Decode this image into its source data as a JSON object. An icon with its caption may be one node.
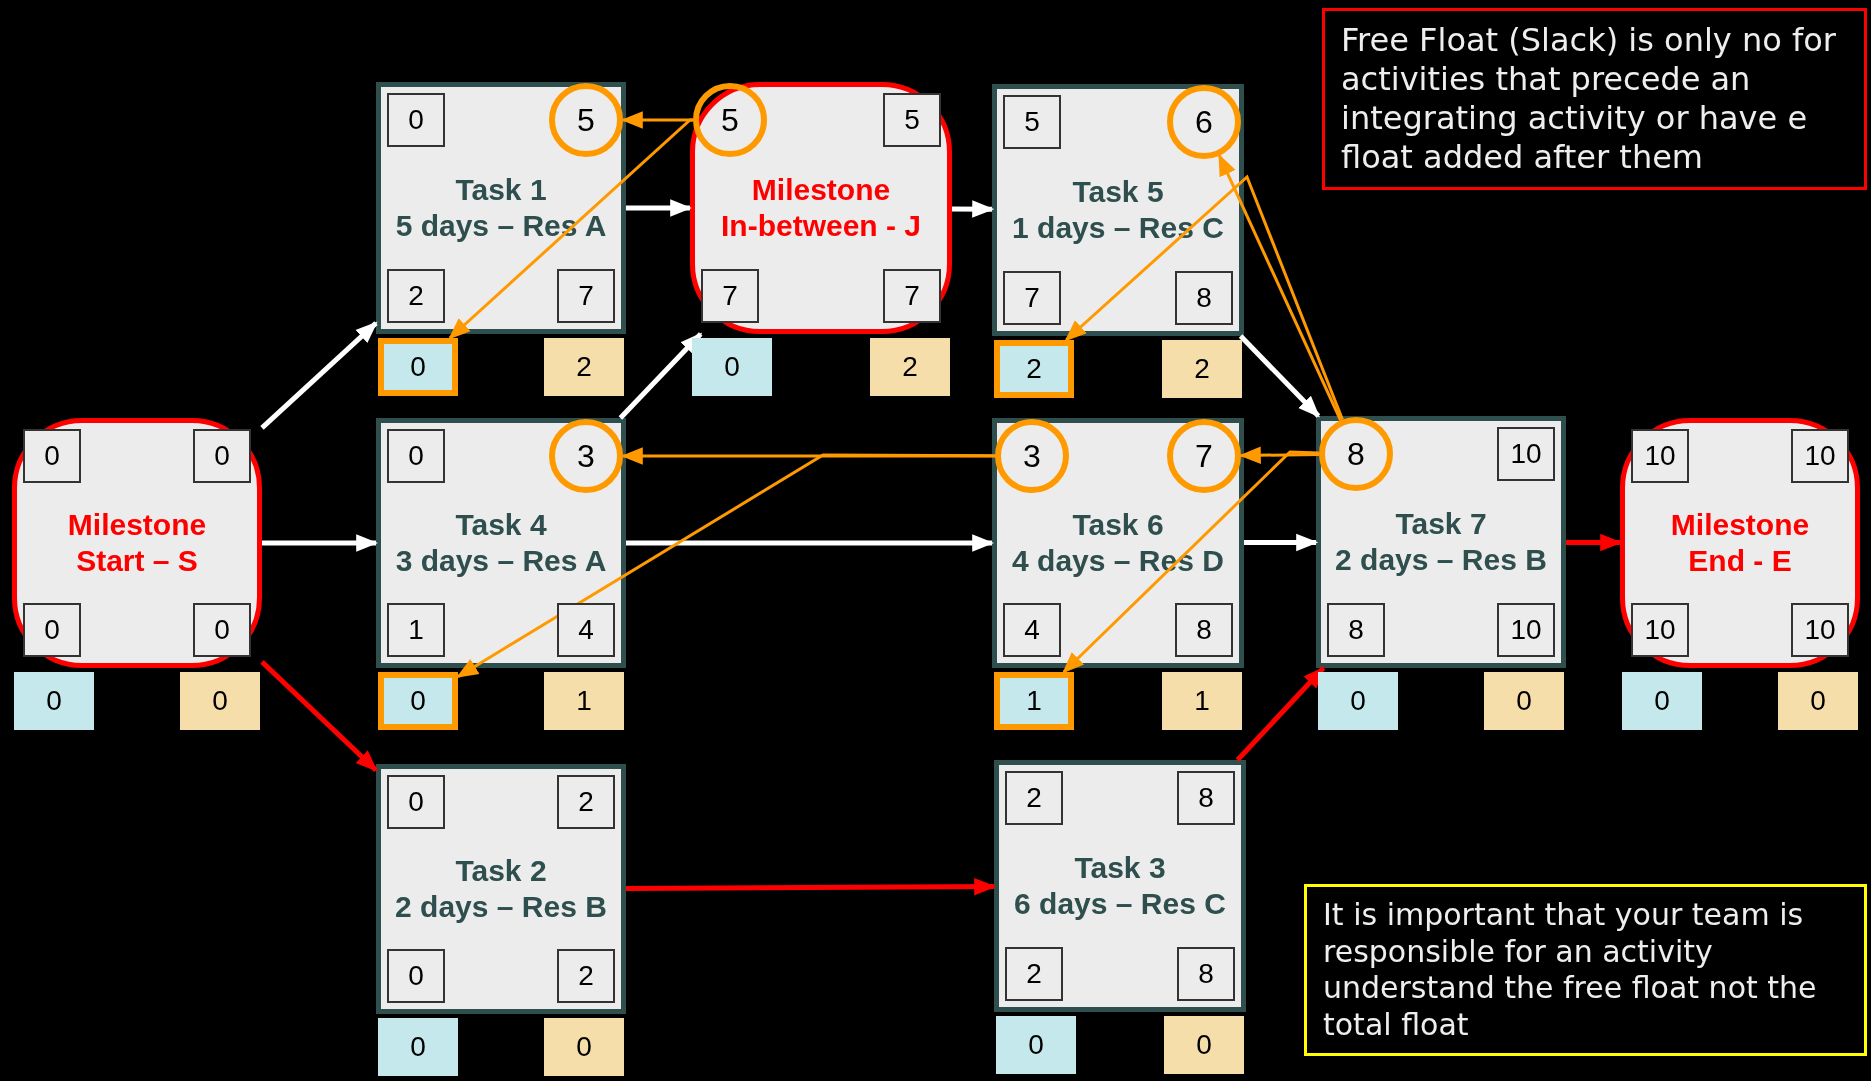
{
  "diagram": {
    "nodes": [
      {
        "text": [
          "Milestone",
          "Start – S"
        ]
      },
      {
        "text": [
          "0"
        ],
        "in": 0
      },
      {
        "text": [
          "0"
        ],
        "in": 0
      },
      {
        "text": [
          "0"
        ],
        "in": 0
      },
      {
        "text": [
          "0"
        ],
        "in": 0
      },
      {
        "text": [
          "0"
        ]
      },
      {
        "text": [
          "0"
        ]
      },
      {
        "text": [
          "Task 1",
          "5 days – Res A"
        ]
      },
      {
        "text": [
          "0"
        ],
        "in": 7
      },
      {
        "text": [
          "5"
        ],
        "in": 7
      },
      {
        "text": [
          "2"
        ],
        "in": 7
      },
      {
        "text": [
          "7"
        ],
        "in": 7
      },
      {
        "text": [
          "0"
        ]
      },
      {
        "text": [
          "2"
        ]
      },
      {
        "text": [
          "Milestone",
          "In-between - J"
        ]
      },
      {
        "text": [
          "5"
        ],
        "in": 14
      },
      {
        "text": [
          "5"
        ],
        "in": 14
      },
      {
        "text": [
          "7"
        ],
        "in": 14
      },
      {
        "text": [
          "7"
        ],
        "in": 14
      },
      {
        "text": [
          "0"
        ]
      },
      {
        "text": [
          "2"
        ]
      },
      {
        "text": [
          "Task 5",
          "1 days – Res C"
        ]
      },
      {
        "text": [
          "5"
        ],
        "in": 21
      },
      {
        "text": [
          "6"
        ],
        "in": 21
      },
      {
        "text": [
          "7"
        ],
        "in": 21
      },
      {
        "text": [
          "8"
        ],
        "in": 21
      },
      {
        "text": [
          "2"
        ]
      },
      {
        "text": [
          "2"
        ]
      },
      {
        "text": [
          "Task 4",
          "3 days – Res A"
        ]
      },
      {
        "text": [
          "0"
        ],
        "in": 28
      },
      {
        "text": [
          "3"
        ],
        "in": 28
      },
      {
        "text": [
          "1"
        ],
        "in": 28
      },
      {
        "text": [
          "4"
        ],
        "in": 28
      },
      {
        "text": [
          "0"
        ]
      },
      {
        "text": [
          "1"
        ]
      },
      {
        "text": [
          "Task 6",
          "4 days – Res D"
        ]
      },
      {
        "text": [
          "3"
        ],
        "in": 35
      },
      {
        "text": [
          "7"
        ],
        "in": 35
      },
      {
        "text": [
          "4"
        ],
        "in": 35
      },
      {
        "text": [
          "8"
        ],
        "in": 35
      },
      {
        "text": [
          "1"
        ]
      },
      {
        "text": [
          "1"
        ]
      },
      {
        "text": [
          "Task 7",
          "2 days – Res B"
        ]
      },
      {
        "text": [
          "8"
        ],
        "in": 42
      },
      {
        "text": [
          "10"
        ],
        "in": 42
      },
      {
        "text": [
          "8"
        ],
        "in": 42
      },
      {
        "text": [
          "10"
        ],
        "in": 42
      },
      {
        "text": [
          "0"
        ]
      },
      {
        "text": [
          "0"
        ]
      },
      {
        "text": [
          "Milestone",
          "End - E"
        ]
      },
      {
        "text": [
          "10"
        ],
        "in": 49
      },
      {
        "text": [
          "10"
        ],
        "in": 49
      },
      {
        "text": [
          "10"
        ],
        "in": 49
      },
      {
        "text": [
          "10"
        ],
        "in": 49
      },
      {
        "text": [
          "0"
        ]
      },
      {
        "text": [
          "0"
        ]
      },
      {
        "text": [
          "Task 2",
          "2 days – Res B"
        ]
      },
      {
        "text": [
          "0"
        ],
        "in": 56
      },
      {
        "text": [
          "2"
        ],
        "in": 56
      },
      {
        "text": [
          "0"
        ],
        "in": 56
      },
      {
        "text": [
          "2"
        ],
        "in": 56
      },
      {
        "text": [
          "0"
        ]
      },
      {
        "text": [
          "0"
        ]
      },
      {
        "text": [
          "Task 3",
          "6 days – Res C"
        ]
      },
      {
        "text": [
          "2"
        ],
        "in": 63
      },
      {
        "text": [
          "8"
        ],
        "in": 63
      },
      {
        "text": [
          "2"
        ],
        "in": 63
      },
      {
        "text": [
          "8"
        ],
        "in": 63
      },
      {
        "text": [
          "0"
        ]
      },
      {
        "text": [
          "0"
        ]
      },
      {
        "text": [
          "Free Float (Slack) is only no for activities that precede an integrating activity or have e float added after them"
        ]
      },
      {
        "text": [
          "It is important that your team is responsible for an activity understand the free float not the total float"
        ]
      }
    ],
    "edges": [
      {
        "from": 0,
        "to": 7,
        "arrow": "to"
      },
      {
        "from": 0,
        "to": 28,
        "arrow": "to"
      },
      {
        "from": 7,
        "to": 14,
        "arrow": "to"
      },
      {
        "from": 14,
        "to": 21,
        "arrow": "to"
      },
      {
        "from": 28,
        "to": 14,
        "arrow": "to"
      },
      {
        "from": 28,
        "to": 35,
        "arrow": "to"
      },
      {
        "from": 21,
        "to": 42,
        "arrow": "to"
      },
      {
        "from": 35,
        "to": 42,
        "arrow": "to"
      },
      {
        "from": 0,
        "to": 56,
        "arrow": "to",
        "color": "#ff0000"
      },
      {
        "from": 56,
        "to": 63,
        "arrow": "to",
        "color": "#ff0000"
      },
      {
        "from": 63,
        "to": 42,
        "arrow": "to",
        "color": "#ff0000"
      },
      {
        "from": 42,
        "to": 49,
        "arrow": "to",
        "color": "#ff0000"
      },
      {
        "from": 15,
        "to": 9,
        "arrow": "to",
        "color": "#ff9900"
      },
      {
        "from": 15,
        "to": 12,
        "arrow": "to",
        "color": "#ff9900"
      },
      {
        "from": 43,
        "to": 23,
        "arrow": "to",
        "color": "#ff9900"
      },
      {
        "from": 43,
        "to": 26,
        "arrow": "to",
        "color": "#ff9900"
      },
      {
        "from": 36,
        "to": 30,
        "arrow": "to",
        "color": "#ff9900"
      },
      {
        "from": 36,
        "to": 33,
        "arrow": "to",
        "color": "#ff9900"
      },
      {
        "from": 43,
        "to": 37,
        "arrow": "to",
        "color": "#ff9900"
      },
      {
        "from": 43,
        "to": 40,
        "arrow": "to",
        "color": "#ff9900"
      }
    ]
  }
}
